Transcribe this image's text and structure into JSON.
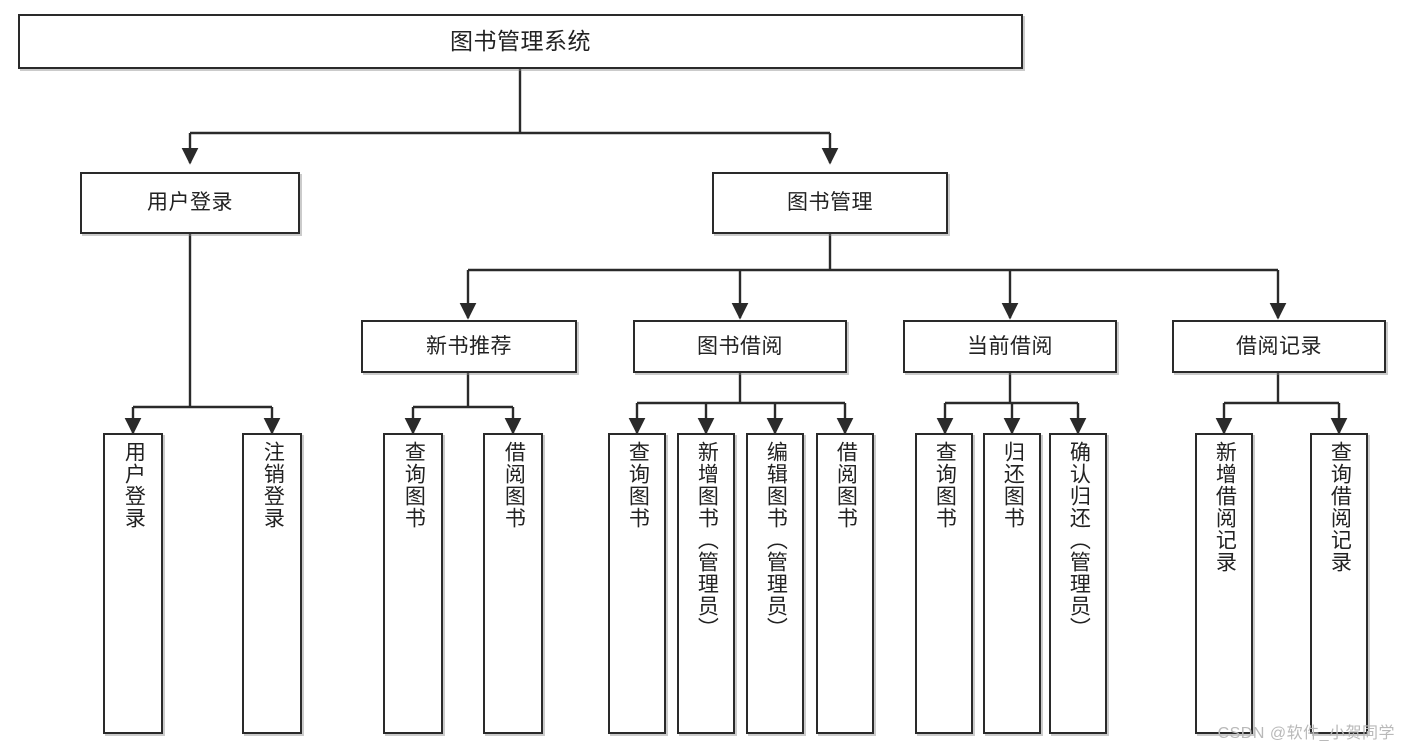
{
  "diagram": {
    "type": "tree",
    "title": "图书管理系统",
    "watermark": "CSDN @软件_小贺同学",
    "colors": {
      "box_border": "#2a2a2a",
      "box_fill": "#ffffff",
      "text": "#222222",
      "connector": "#2a2a2a",
      "watermark": "#b9b9b9"
    },
    "nodes": {
      "root": {
        "label": "图书管理系统"
      },
      "level2": [
        {
          "id": "user-login",
          "label": "用户登录"
        },
        {
          "id": "book-manage",
          "label": "图书管理"
        }
      ],
      "level3": [
        {
          "id": "new-book-rec",
          "label": "新书推荐"
        },
        {
          "id": "book-borrow",
          "label": "图书借阅"
        },
        {
          "id": "current-borrow",
          "label": "当前借阅"
        },
        {
          "id": "borrow-record",
          "label": "借阅记录"
        }
      ],
      "leaves": {
        "user_login": [
          {
            "id": "leaf-user-login",
            "label": "用户登录"
          },
          {
            "id": "leaf-logout",
            "label": "注销登录"
          }
        ],
        "new_book_rec": [
          {
            "id": "leaf-query-book-1",
            "label": "查询图书"
          },
          {
            "id": "leaf-borrow-book-1",
            "label": "借阅图书"
          }
        ],
        "book_borrow": [
          {
            "id": "leaf-query-book-2",
            "label": "查询图书"
          },
          {
            "id": "leaf-add-book",
            "label": "新增图书（管理员）"
          },
          {
            "id": "leaf-edit-book",
            "label": "编辑图书（管理员）"
          },
          {
            "id": "leaf-borrow-book-2",
            "label": "借阅图书"
          }
        ],
        "current_borrow": [
          {
            "id": "leaf-query-book-3",
            "label": "查询图书"
          },
          {
            "id": "leaf-return-book",
            "label": "归还图书"
          },
          {
            "id": "leaf-confirm-return",
            "label": "确认归还（管理员）"
          }
        ],
        "borrow_record": [
          {
            "id": "leaf-add-record",
            "label": "新增借阅记录"
          },
          {
            "id": "leaf-query-record",
            "label": "查询借阅记录"
          }
        ]
      }
    }
  }
}
